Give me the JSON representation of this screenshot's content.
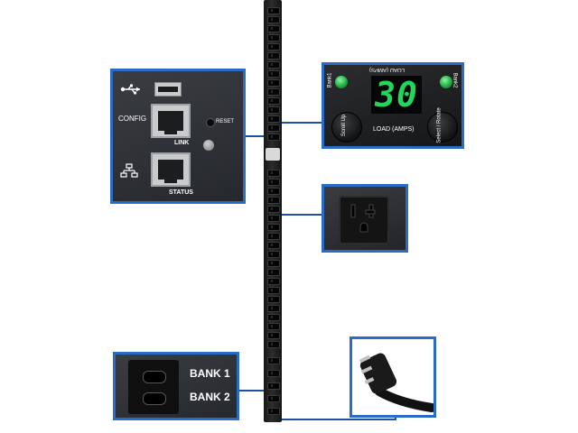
{
  "network_panel": {
    "usb_icon": "usb-icon",
    "config_label": "CONFIG",
    "reset_label": "RESET",
    "link_label": "LINK",
    "network_icon": "network-icon",
    "status_label": "STATUS"
  },
  "display_panel": {
    "bank1_label": "Bank1",
    "bank2_label": "Bank2",
    "load_label_top": "LOAD (AMPS)",
    "reading": "30",
    "load_label_bottom": "LOAD (AMPS)",
    "scroll_label": "Scroll Up",
    "select_label": "Select / Rotate",
    "led_color": "#1fae42",
    "digit_color": "#22d65a"
  },
  "bank_panel": {
    "bank1_label": "BANK 1",
    "bank2_label": "BANK 2"
  },
  "colors": {
    "callout_border": "#2a6bc4",
    "panel_bg": "#2a2d31",
    "pdu_body": "#1c1c1c"
  }
}
